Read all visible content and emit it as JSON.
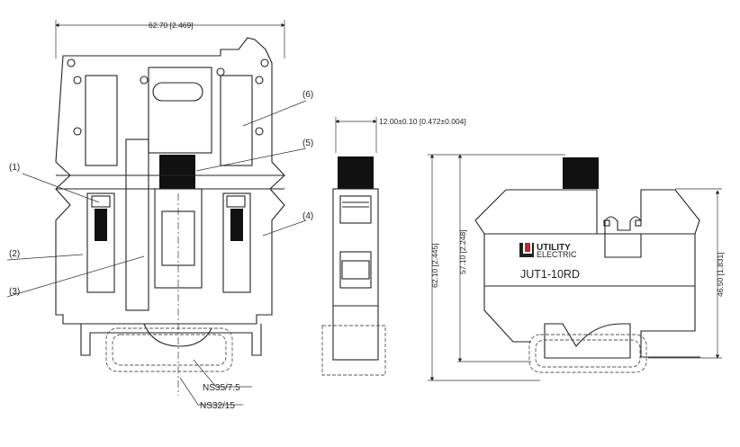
{
  "dimensions": {
    "width_front": "62.70 [2.469]",
    "width_side": "12.00±0.10 [0.472±0.004]",
    "height_total": "62.10 [2.445]",
    "height_rail": "57.10 [2.248]",
    "height_body": "46.50 [1.831]"
  },
  "callouts": [
    "(1)",
    "(2)",
    "(3)",
    "(4)",
    "(5)",
    "(6)"
  ],
  "rails": {
    "rail_a": "NS35/7.5",
    "rail_b": "NS32/15"
  },
  "brand": {
    "line1": "UTILITY",
    "line2": "ELECTRIC",
    "model": "JUT1-10RD",
    "accent": "#c0262d"
  }
}
